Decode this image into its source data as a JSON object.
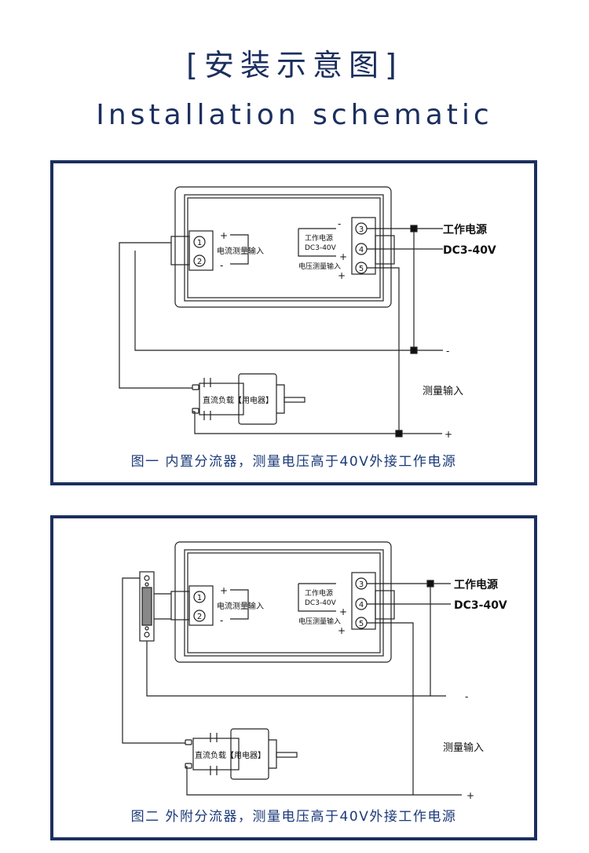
{
  "header": {
    "title_cn": "[安装示意图]",
    "title_en": "Installation schematic"
  },
  "diagram1": {
    "caption": "图一  内置分流器，测量电压高于40V外接工作电源",
    "load_label": "直流负载【用电器】"
  },
  "diagram2": {
    "caption": "图二 外附分流器，测量电压高于40V外接工作电源",
    "load_label": "直流负载【用电器】"
  },
  "labels": {
    "t1": "1",
    "t2": "2",
    "t3": "3",
    "t4": "4",
    "t5": "5",
    "plus": "+",
    "minus": "-",
    "current_input": "电流测量输入",
    "work_power_small": "工作电源",
    "dc_range_small": "DC3-40V",
    "voltage_input": "电压测量输入",
    "work_power": "工作电源",
    "dc_range": "DC3-40V",
    "measure_input": "测量输入"
  },
  "colors": {
    "navy": "#1b2f5e",
    "caption": "#1b3a78",
    "line": "#222222"
  }
}
